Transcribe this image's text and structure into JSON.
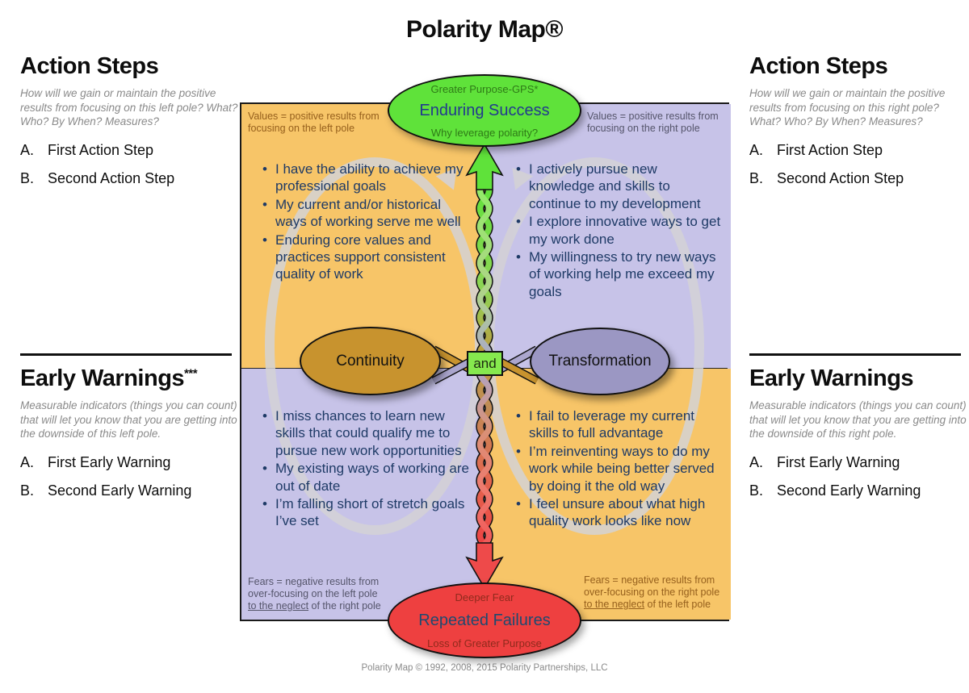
{
  "title": "Polarity Map®",
  "footer": "Polarity Map © 1992, 2008, 2015 Polarity Partnerships, LLC",
  "left_panel": {
    "action_steps": {
      "heading": "Action Steps",
      "description": "How will we gain or maintain the positive results from focusing on this left pole? What? Who? By When? Measures?",
      "items": [
        {
          "letter": "A.",
          "label": "First Action Step"
        },
        {
          "letter": "B.",
          "label": "Second Action Step"
        }
      ]
    },
    "early_warnings": {
      "heading": "Early Warnings",
      "superscript": "***",
      "description": "Measurable indicators (things you can count) that will let you know that you are getting into the downside of this left pole.",
      "items": [
        {
          "letter": "A.",
          "label": "First Early Warning"
        },
        {
          "letter": "B.",
          "label": "Second Early Warning"
        }
      ]
    }
  },
  "right_panel": {
    "action_steps": {
      "heading": "Action Steps",
      "description": "How will we gain or maintain the positive results from focusing on this right pole? What? Who? By When? Measures?",
      "items": [
        {
          "letter": "A.",
          "label": "First Action Step"
        },
        {
          "letter": "B.",
          "label": "Second Action Step"
        }
      ]
    },
    "early_warnings": {
      "heading": "Early Warnings",
      "description": "Measurable indicators (things you can count) that will let you know that you are getting into the downside of this right pole.",
      "items": [
        {
          "letter": "A.",
          "label": "First Early Warning"
        },
        {
          "letter": "B.",
          "label": "Second Early Warning"
        }
      ]
    }
  },
  "map": {
    "top_ellipse": {
      "line1": "Greater Purpose-GPS*",
      "line2": "Enduring Success",
      "line3": "Why leverage polarity?"
    },
    "bottom_ellipse": {
      "line1": "Deeper Fear",
      "line2": "Repeated Failures",
      "line3": "Loss of Greater Purpose"
    },
    "left_pole": "Continuity",
    "right_pole": "Transformation",
    "and_label": "and",
    "quadrants": {
      "top_left": {
        "label": "Values = positive results from focusing on the left pole",
        "bullets": [
          "I have the ability to achieve my professional goals",
          "My current and/or historical ways of working serve me well",
          "Enduring core values and practices support consistent quality of work"
        ]
      },
      "top_right": {
        "label": "Values = positive results from focusing on the right pole",
        "bullets": [
          "I actively pursue new knowledge and skills to continue to my development",
          "I explore innovative ways to get my work done",
          "My willingness to try new ways of working help me exceed my goals"
        ]
      },
      "bottom_left": {
        "label_line1": "Fears = negative results from",
        "label_line2": "over-focusing on the left pole",
        "label_underlined": "to the neglect",
        "label_rest": " of the right pole",
        "bullets": [
          "I miss chances to learn new skills that could qualify me to pursue new work opportunities",
          "My existing ways of working are out of date",
          "I’m falling short of stretch goals I’ve set"
        ]
      },
      "bottom_right": {
        "label_line1": "Fears = negative results from",
        "label_line2": "over-focusing on the right pole",
        "label_underlined": "to the neglect",
        "label_rest": " of the left pole",
        "bullets": [
          "I fail to leverage my current skills to full advantage",
          "I’m reinventing ways to do my work while being better served by doing it the old way",
          "I feel unsure about what high quality work looks like now"
        ]
      }
    },
    "colors": {
      "quadrant_orange": "#F7C568",
      "quadrant_lavender": "#C7C3E8",
      "purpose_green": "#5FE23A",
      "fear_red": "#EE4040",
      "left_pole_gold": "#C8932E",
      "right_pole_purple": "#9B97C3",
      "and_green": "#86E94E",
      "infinity_loop_gray": "#D4D2D6",
      "bullet_text_navy": "#1E3A66"
    }
  }
}
